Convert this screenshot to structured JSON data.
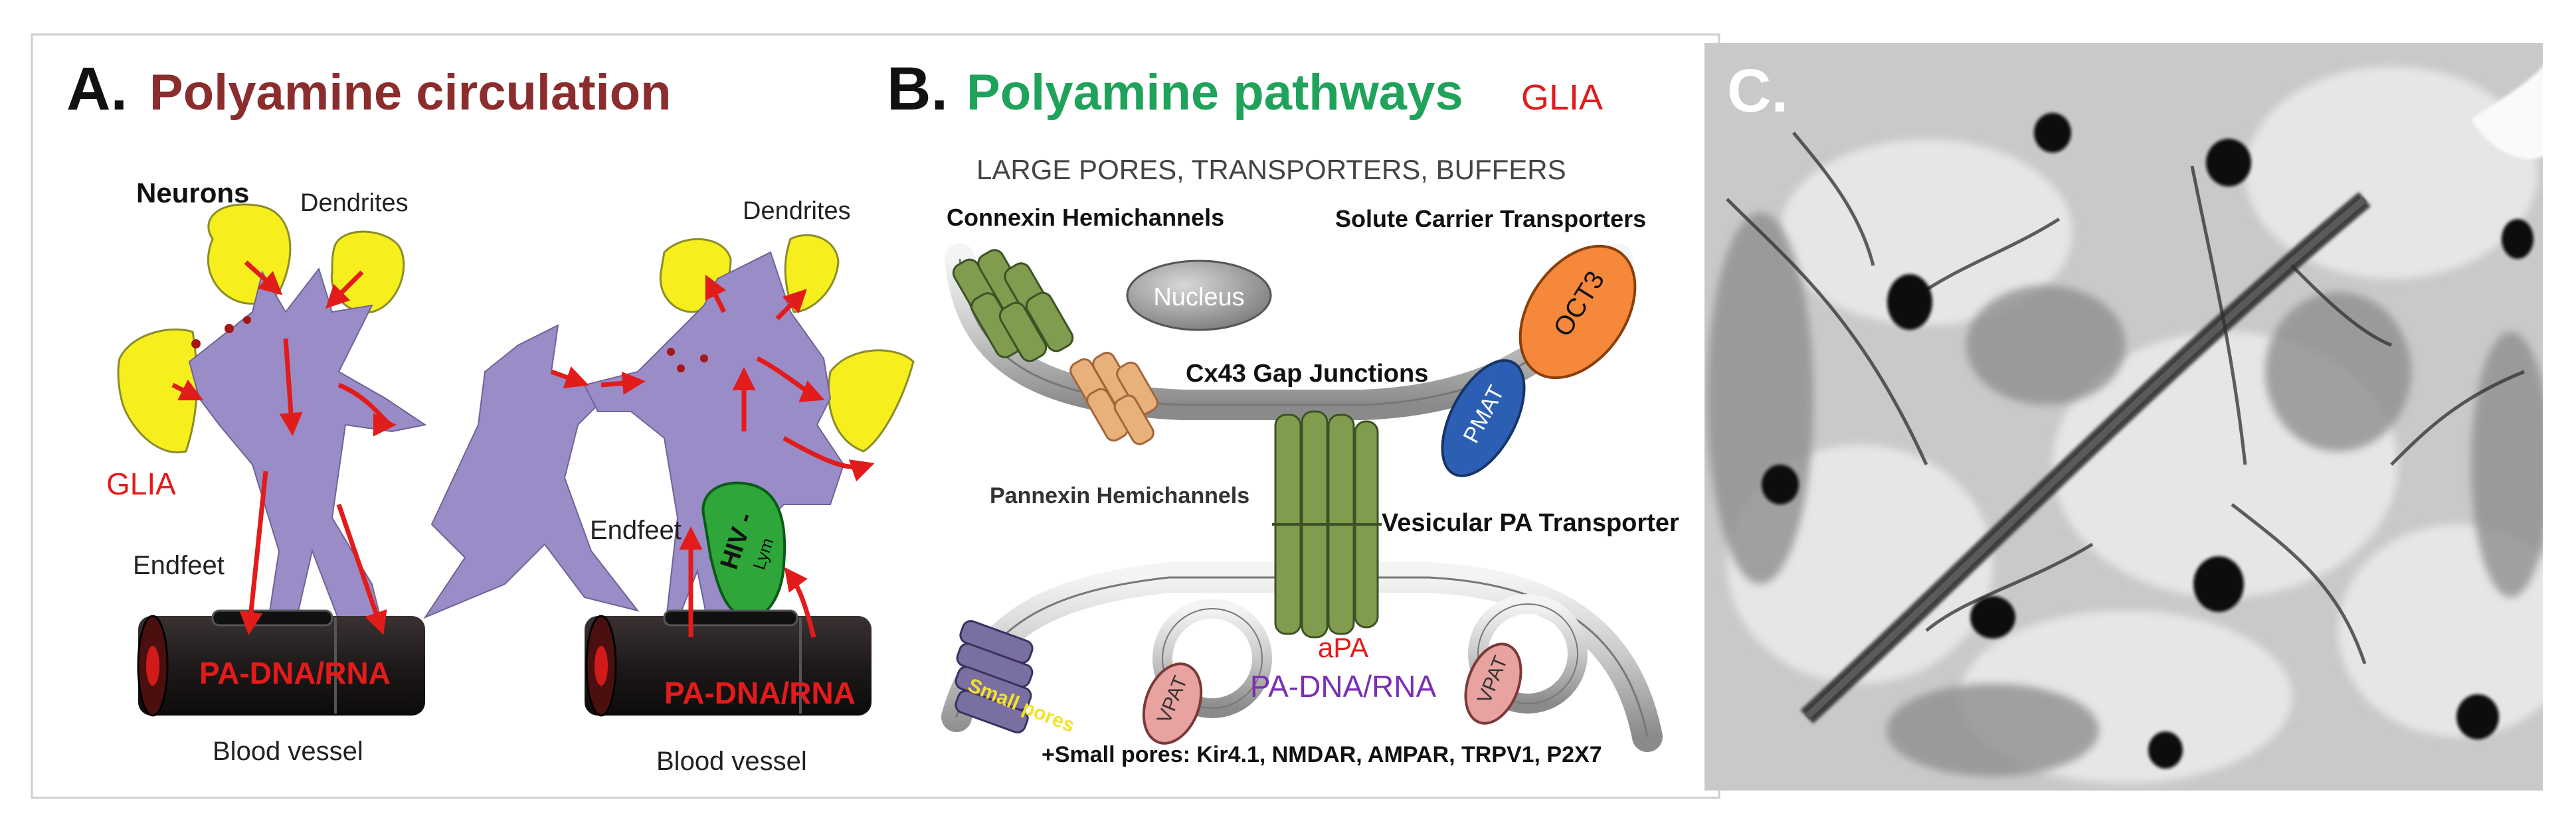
{
  "panel_a": {
    "title_letter": "A.",
    "title": "Polyamine circulation",
    "labels": {
      "neurons": "Neurons",
      "dendrites_left": "Dendrites",
      "dendrites_right": "Dendrites",
      "glia": "GLIA",
      "endfeet_left": "Endfeet",
      "endfeet_right": "Endfeet",
      "hiv": "HIV -",
      "lym": "Lym",
      "pa_left": "PA-DNA/RNA",
      "pa_right": "PA-DNA/RNA",
      "blood_left": "Blood vessel",
      "blood_right": "Blood vessel"
    }
  },
  "panel_b": {
    "title_letter": "B.",
    "title": "Polyamine pathways",
    "glia": "GLIA",
    "subtitle": "LARGE PORES, TRANSPORTERS, BUFFERS",
    "labels": {
      "connexin": "Connexin Hemichannels",
      "solute": "Solute Carrier Transporters",
      "nucleus": "Nucleus",
      "oct3": "OCT3",
      "cx43": "Cx43 Gap Junctions",
      "pmat": "PMAT",
      "pannexin": "Pannexin Hemichannels",
      "vesicular": "Vesicular PA Transporter",
      "small_pores": "Small pores",
      "vpat_left": "VPAT",
      "vpat_right": "VPAT",
      "apa": "aPA",
      "pa_dna": "PA-DNA/RNA",
      "small_list": "+Small pores: Kir4.1, NMDAR, AMPAR, TRPV1, P2X7"
    }
  },
  "panel_c": {
    "title_letter": "C."
  },
  "colors": {
    "title_a": "#8b2d2d",
    "title_b": "#1fa35a",
    "red": "#e21b1b",
    "astrocyte": "#9a8cc7",
    "neuron": "#f7ef1d",
    "vessel": "#1f1a1a",
    "channel_green": "#7f9c4f",
    "pannexin": "#e8b07a",
    "nucleus": "#9e9e9e",
    "oct3": "#f5883a",
    "pmat": "#2c5fb4",
    "vpat": "#e8a3a0",
    "small_pores": "#7a6fa1",
    "purple_text": "#7b2fb5",
    "hiv_green": "#2fa63a"
  }
}
